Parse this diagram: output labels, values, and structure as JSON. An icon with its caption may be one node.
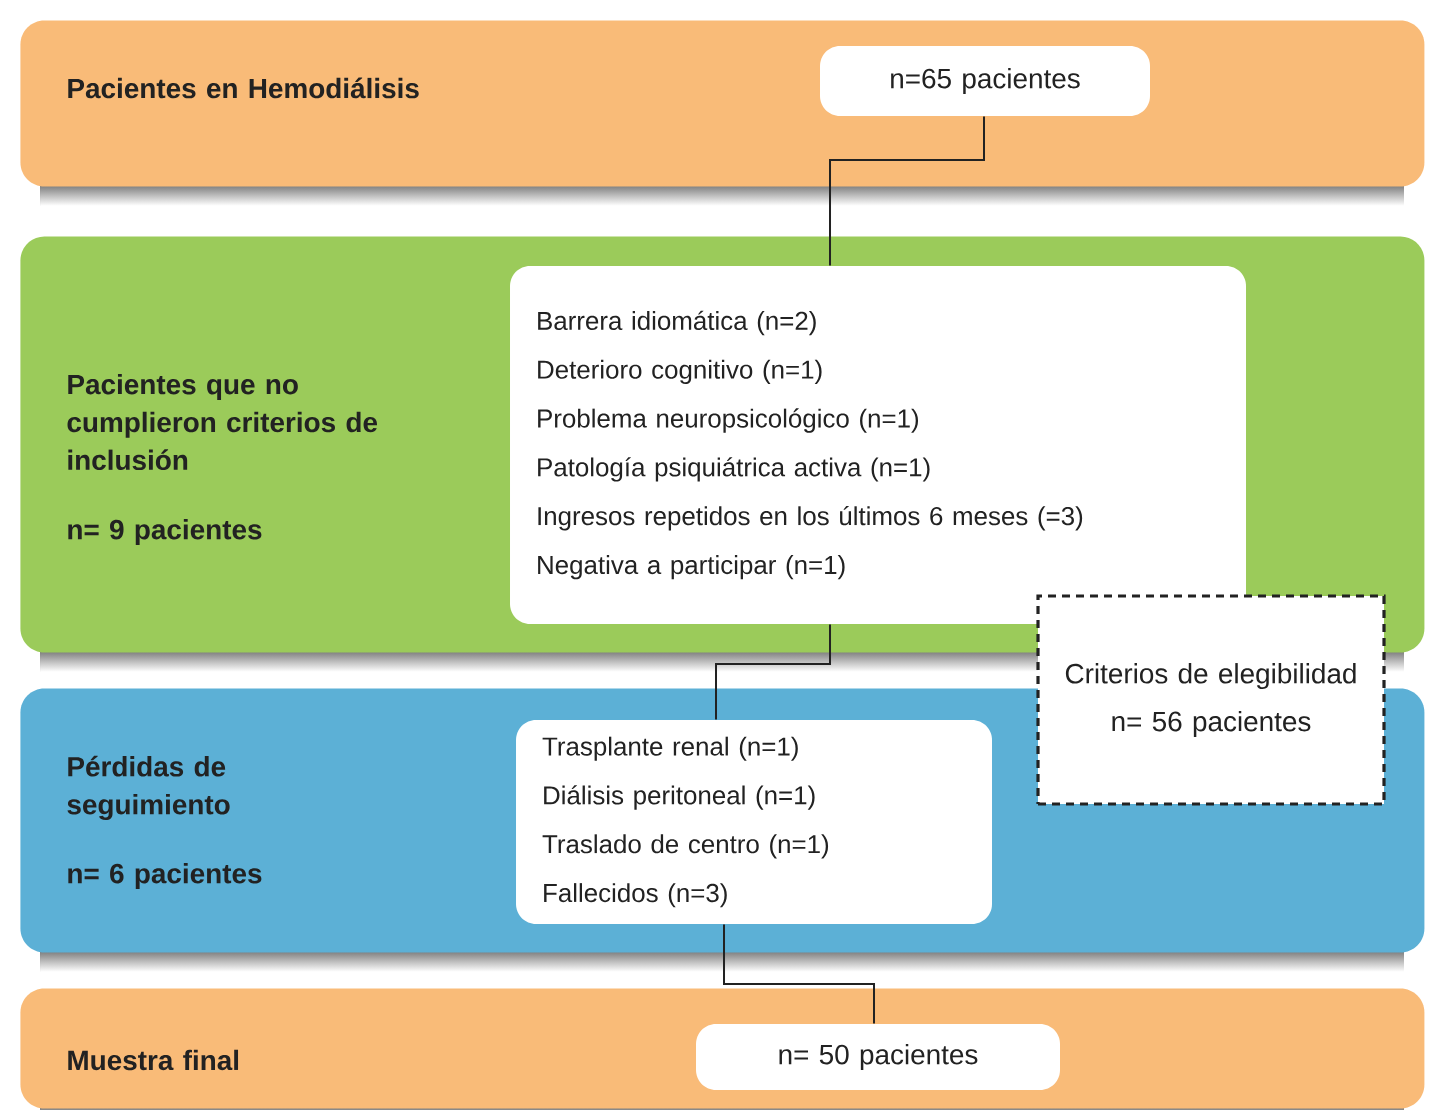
{
  "diagram": {
    "nodes": [
      {
        "text": [
          "Pacientes en Hemodiálisis"
        ]
      },
      {
        "text": [
          "n=65 pacientes"
        ],
        "in": 0
      },
      {
        "text": [
          "Pacientes que no cumplieron criterios de inclusión",
          "n= 9 pacientes"
        ]
      },
      {
        "text": [
          "Barrera idiomática (n=2)",
          "Deterioro cognitivo (n=1)",
          "Problema neuropsicológico (n=1)",
          "Patología psiquiátrica activa (n=1)",
          "Ingresos repetidos en los últimos 6 meses (=3)",
          "Negativa a participar (n=1)"
        ],
        "in": 2
      },
      {
        "text": [
          "Pérdidas de seguimiento",
          "n= 6 pacientes"
        ]
      },
      {
        "text": [
          "Trasplante renal (n=1)",
          "Diálisis peritoneal (n=1)",
          "Traslado de centro (n=1)",
          "Fallecidos (n=3)"
        ],
        "in": 4
      },
      {
        "text": [
          "Muestra final"
        ]
      },
      {
        "text": [
          "n= 50 pacientes"
        ],
        "in": 6
      },
      {
        "text": [
          "Criterios de elegibilidad n= 56 pacientes"
        ]
      }
    ],
    "edges": [
      {
        "from": 1,
        "to": 3,
        "arrow": "none"
      },
      {
        "from": 3,
        "to": 5,
        "arrow": "none"
      },
      {
        "from": 5,
        "to": 7,
        "arrow": "none"
      }
    ]
  }
}
